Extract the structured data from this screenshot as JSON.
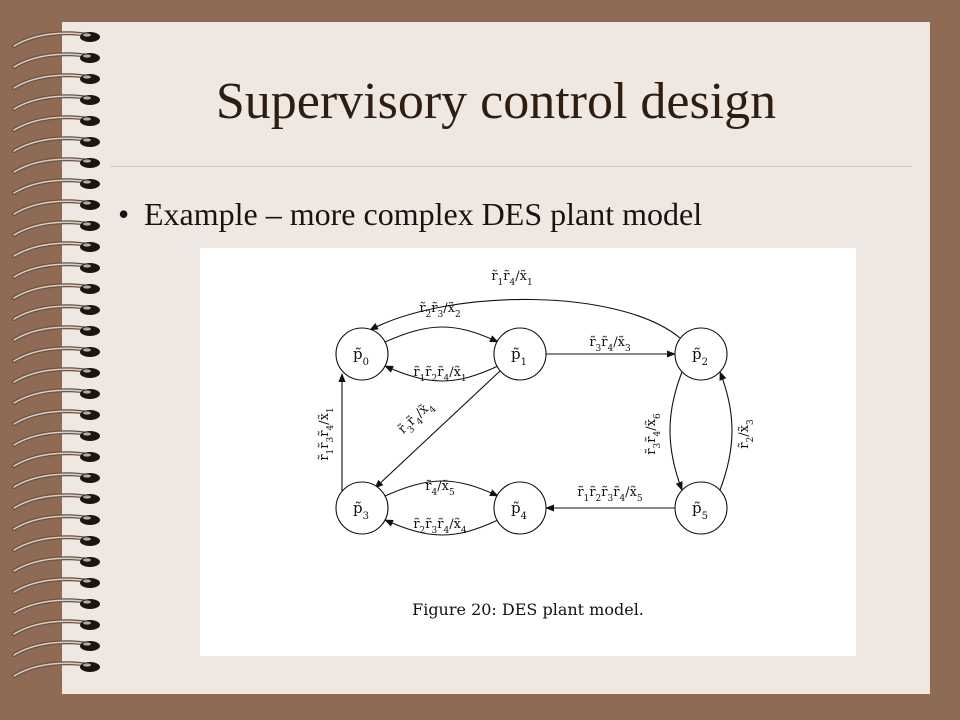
{
  "slide": {
    "title": "Supervisory control design",
    "bullet": "Example – more complex DES plant model",
    "colors": {
      "background": "#8f6a54",
      "paper": "#efe8e2",
      "title": "#2e1d10"
    }
  },
  "figure": {
    "caption": "Figure 20:  DES plant model.",
    "nodes": [
      {
        "id": "p0",
        "base": "p",
        "sub": "0"
      },
      {
        "id": "p1",
        "base": "p",
        "sub": "1"
      },
      {
        "id": "p2",
        "base": "p",
        "sub": "2"
      },
      {
        "id": "p3",
        "base": "p",
        "sub": "3"
      },
      {
        "id": "p4",
        "base": "p",
        "sub": "4"
      },
      {
        "id": "p5",
        "base": "p",
        "sub": "5"
      }
    ],
    "edges": [
      {
        "from": "p2",
        "to": "p0",
        "label": "r̃1r̃4/x̃1"
      },
      {
        "from": "p0",
        "to": "p1",
        "label": "r̃2r̃3/x̃2"
      },
      {
        "from": "p1",
        "to": "p0",
        "label": "r̃1r̃2r̃4/x̃1"
      },
      {
        "from": "p1",
        "to": "p2",
        "label": "r̃3r̃4/x̃3"
      },
      {
        "from": "p3",
        "to": "p0",
        "label": "r̃1r̃3r̃4/x̃1"
      },
      {
        "from": "p1",
        "to": "p3",
        "label": "r̃3r̃4/x̃4"
      },
      {
        "from": "p2",
        "to": "p5",
        "label": "r̃3r̃4/x̃6"
      },
      {
        "from": "p5",
        "to": "p2",
        "label": "r̃2/x̃3"
      },
      {
        "from": "p3",
        "to": "p4",
        "label": "r̃4/x̃5"
      },
      {
        "from": "p4",
        "to": "p3",
        "label": "r̃2r̃3r̃4/x̃4"
      },
      {
        "from": "p5",
        "to": "p4",
        "label": "r̃1r̃2r̃3r̃4/x̃5"
      }
    ]
  }
}
